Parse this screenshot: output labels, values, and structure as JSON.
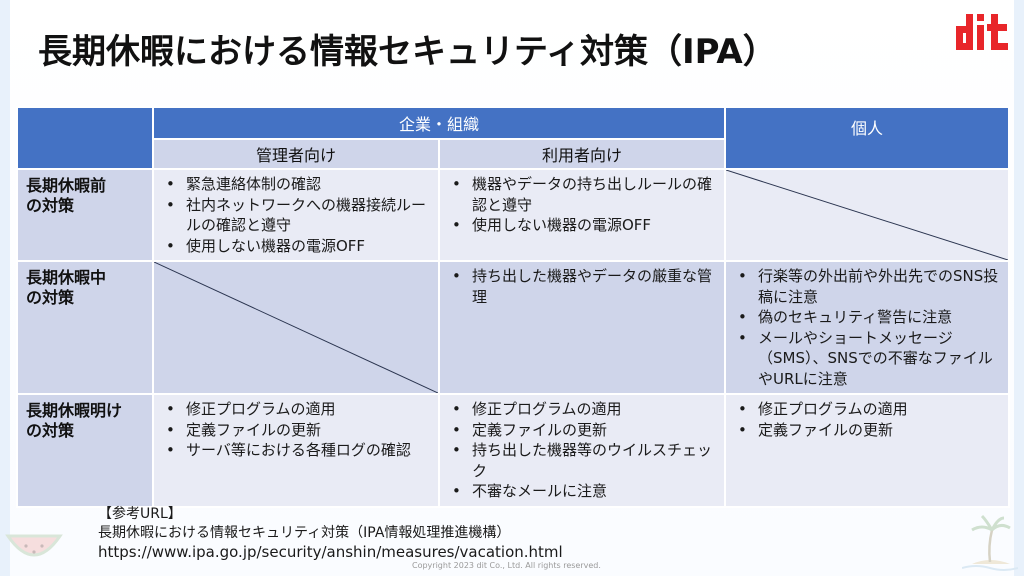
{
  "slide": {
    "title": "長期休暇における情報セキュリティ対策（IPA）",
    "logo_text": "dit",
    "brand_color": "#e8262a",
    "accent_color": "#4472c4"
  },
  "table": {
    "header": {
      "org": "企業・組織",
      "personal": "個人",
      "admin": "管理者向け",
      "user": "利用者向け"
    },
    "rows": [
      {
        "label": [
          "長期休暇前",
          "の対策"
        ],
        "admin": [
          "緊急連絡体制の確認",
          "社内ネットワークへの機器接続ルールの確認と遵守",
          "使用しない機器の電源OFF"
        ],
        "user": [
          "機器やデータの持ち出しルールの確認と遵守",
          "使用しない機器の電源OFF"
        ],
        "personal": []
      },
      {
        "label": [
          "長期休暇中",
          "の対策"
        ],
        "admin": [],
        "user": [
          "持ち出した機器やデータの厳重な管理"
        ],
        "personal": [
          "行楽等の外出前や外出先でのSNS投稿に注意",
          "偽のセキュリティ警告に注意",
          "メールやショートメッセージ（SMS）、SNSでの不審なファイルやURLに注意"
        ]
      },
      {
        "label": [
          "長期休暇明け",
          "の対策"
        ],
        "admin": [
          "修正プログラムの適用",
          "定義ファイルの更新",
          "サーバ等における各種ログの確認"
        ],
        "user": [
          "修正プログラムの適用",
          "定義ファイルの更新",
          "持ち出した機器等のウイルスチェック",
          "不審なメールに注意"
        ],
        "personal": [
          "修正プログラムの適用",
          "定義ファイルの更新"
        ]
      }
    ]
  },
  "reference": {
    "heading": "【参考URL】",
    "name": "長期休暇における情報セキュリティ対策（IPA情報処理推進機構）",
    "url": "https://www.ipa.go.jp/security/anshin/measures/vacation.html"
  },
  "footer": {
    "copyright": "Copyright 2023 dit Co., Ltd. All rights reserved."
  }
}
